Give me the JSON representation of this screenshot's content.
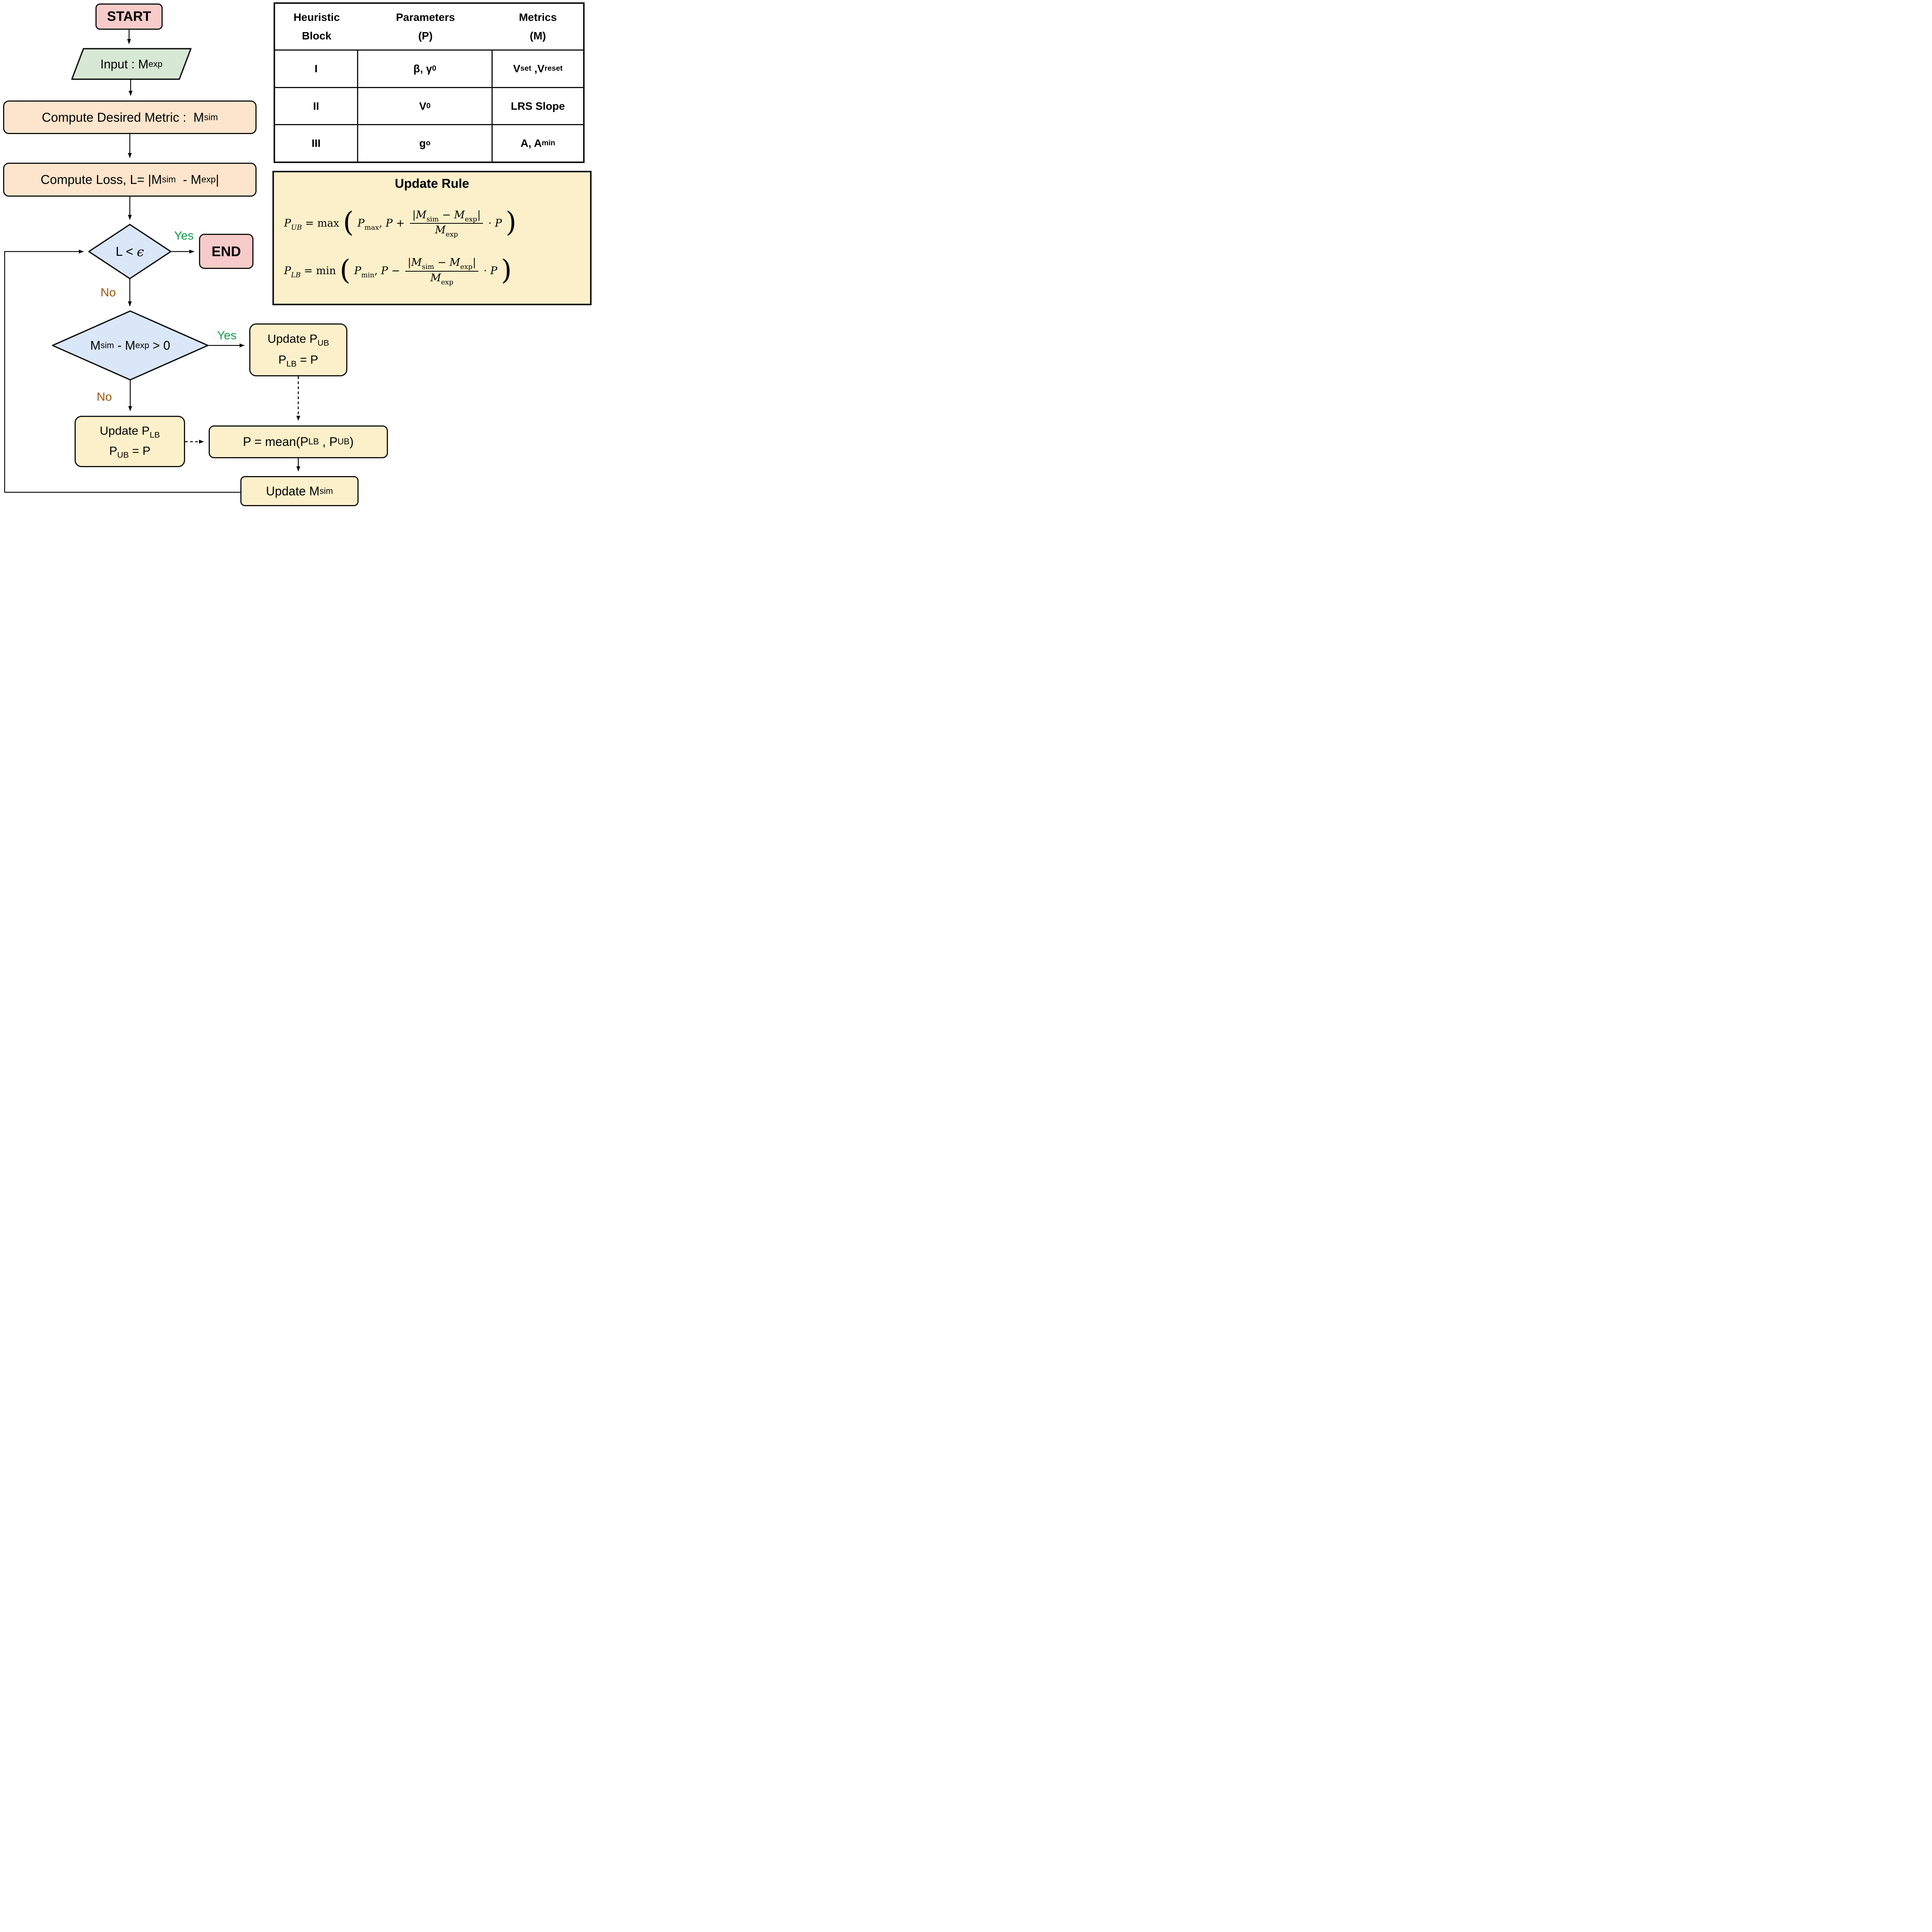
{
  "colors": {
    "pink": "#f6cbc9",
    "green": "#d7e8d4",
    "orange": "#fce5cc",
    "blue": "#d9e7f8",
    "yellow": "#fbf0c9",
    "cream": "#fbf0c9",
    "yes": "#159a4b",
    "no": "#9d5710"
  },
  "flow": {
    "start": "START",
    "input": [
      {
        "t": "Input : M"
      },
      {
        "t": "exp",
        "sub": true
      }
    ],
    "compute_metric": [
      {
        "t": "Compute Desired Metric :  M"
      },
      {
        "t": "sim",
        "sub": true
      }
    ],
    "compute_loss": [
      {
        "t": "Compute Loss, L= |M"
      },
      {
        "t": "sim",
        "sub": true
      },
      {
        "t": "  - M"
      },
      {
        "t": "exp",
        "sub": true
      },
      {
        "t": "|"
      }
    ],
    "decision_loss": [
      {
        "t": "L < "
      },
      {
        "t": "ϵ",
        "i": true,
        "srf": true
      }
    ],
    "yes1": "Yes",
    "no1": "No",
    "end": "END",
    "decision_sign": [
      {
        "t": "M"
      },
      {
        "t": "sim",
        "sub": true
      },
      {
        "t": " - M"
      },
      {
        "t": "exp",
        "sub": true
      },
      {
        "t": " > 0"
      }
    ],
    "yes2": "Yes",
    "no2": "No",
    "update_ub_line1": [
      {
        "t": "Update P"
      },
      {
        "t": "UB",
        "sub": true
      }
    ],
    "update_ub_line2": [
      {
        "t": "P"
      },
      {
        "t": "LB",
        "sub": true
      },
      {
        "t": " = P"
      }
    ],
    "update_lb_line1": [
      {
        "t": "Update P"
      },
      {
        "t": "LB",
        "sub": true
      }
    ],
    "update_lb_line2": [
      {
        "t": "P"
      },
      {
        "t": "UB",
        "sub": true
      },
      {
        "t": " = P"
      }
    ],
    "mean": [
      {
        "t": "P = mean(P"
      },
      {
        "t": "LB",
        "sub": true
      },
      {
        "t": " , P"
      },
      {
        "t": "UB",
        "sub": true
      },
      {
        "t": ")"
      }
    ],
    "update_msim": [
      {
        "t": "Update M"
      },
      {
        "t": "sim",
        "sub": true
      }
    ]
  },
  "table": {
    "headers": [
      {
        "line1": "Heuristic",
        "line2": "Block"
      },
      {
        "line1": "Parameters",
        "line2": "(P)"
      },
      {
        "line1": "Metrics",
        "line2": "(M)"
      }
    ],
    "rows": [
      {
        "block": "I",
        "params": [
          {
            "t": "β, γ"
          },
          {
            "t": "0",
            "sub": true
          }
        ],
        "metrics": [
          {
            "t": "V"
          },
          {
            "t": "set",
            "sub": true
          },
          {
            "t": " ,V"
          },
          {
            "t": "reset",
            "sub": true
          }
        ]
      },
      {
        "block": "II",
        "params": [
          {
            "t": "V"
          },
          {
            "t": "0",
            "sub": true
          }
        ],
        "metrics": [
          {
            "t": "LRS Slope"
          }
        ]
      },
      {
        "block": "III",
        "params": [
          {
            "t": "g"
          },
          {
            "t": "o",
            "sub": true
          }
        ],
        "metrics": [
          {
            "t": "A, A"
          },
          {
            "t": "min",
            "sub": true
          }
        ]
      }
    ]
  },
  "update_rule": {
    "title": "Update Rule",
    "formula_ub": [
      {
        "t": "P",
        "i": true
      },
      {
        "t": "UB",
        "i": true,
        "sub": true
      },
      {
        "t": " = "
      },
      {
        "t": "max "
      },
      {
        "t": "(",
        "big": true
      },
      {
        "t": " "
      },
      {
        "t": "P",
        "i": true
      },
      {
        "t": "max",
        "sub": true
      },
      {
        "t": ", "
      },
      {
        "t": "P",
        "i": true
      },
      {
        "t": " + "
      },
      {
        "frac": {
          "num": [
            {
              "t": "|"
            },
            {
              "t": "M",
              "i": true
            },
            {
              "t": "sim",
              "sub": true
            },
            {
              "t": " − "
            },
            {
              "t": "M",
              "i": true
            },
            {
              "t": "exp",
              "sub": true
            },
            {
              "t": "|"
            }
          ],
          "den": [
            {
              "t": "M",
              "i": true
            },
            {
              "t": "exp",
              "sub": true
            }
          ]
        }
      },
      {
        "t": " · "
      },
      {
        "t": "P",
        "i": true
      },
      {
        "t": " "
      },
      {
        "t": ")",
        "big": true
      }
    ],
    "formula_lb": [
      {
        "t": "P",
        "i": true
      },
      {
        "t": "LB",
        "i": true,
        "sub": true
      },
      {
        "t": " = "
      },
      {
        "t": "min "
      },
      {
        "t": "(",
        "big": true
      },
      {
        "t": " "
      },
      {
        "t": "P",
        "i": true
      },
      {
        "t": "min",
        "sub": true
      },
      {
        "t": ", "
      },
      {
        "t": "P",
        "i": true
      },
      {
        "t": " − "
      },
      {
        "frac": {
          "num": [
            {
              "t": "|"
            },
            {
              "t": "M",
              "i": true
            },
            {
              "t": "sim",
              "sub": true
            },
            {
              "t": " − "
            },
            {
              "t": "M",
              "i": true
            },
            {
              "t": "exp",
              "sub": true
            },
            {
              "t": "|"
            }
          ],
          "den": [
            {
              "t": "M",
              "i": true
            },
            {
              "t": "exp",
              "sub": true
            }
          ]
        }
      },
      {
        "t": " · "
      },
      {
        "t": "P",
        "i": true
      },
      {
        "t": " "
      },
      {
        "t": ")",
        "big": true
      }
    ]
  }
}
